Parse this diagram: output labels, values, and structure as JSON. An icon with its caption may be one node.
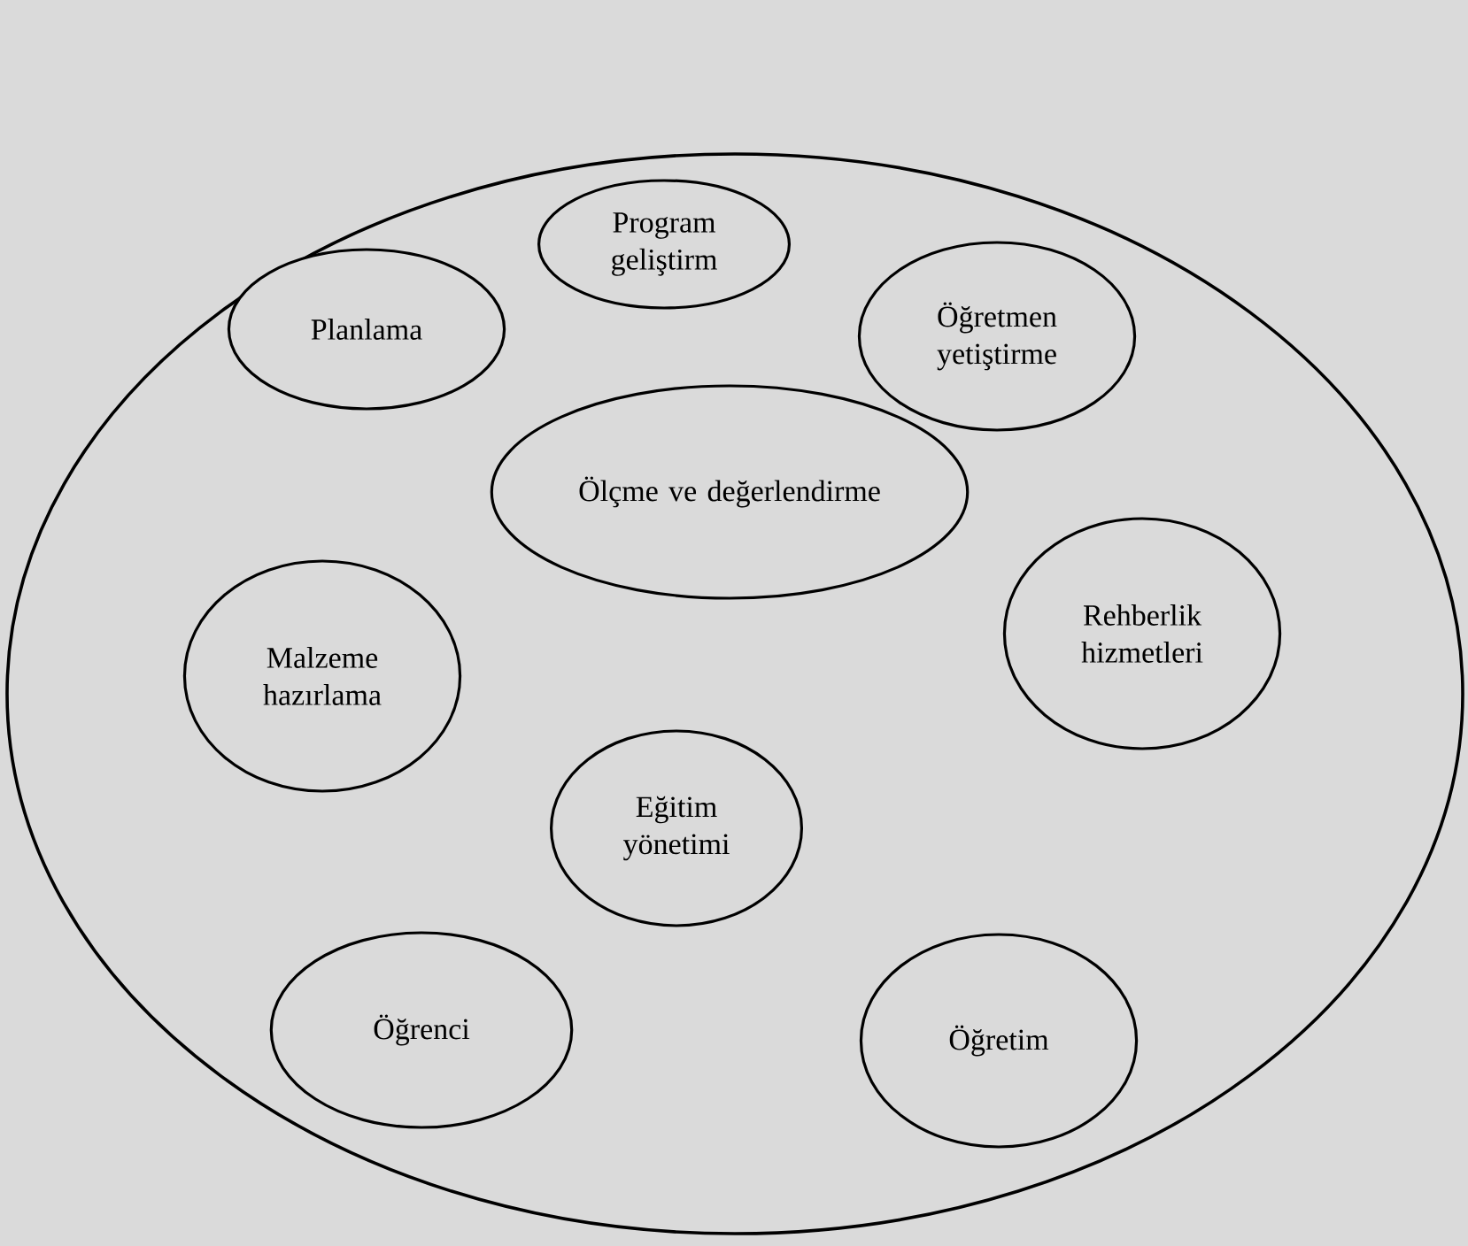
{
  "diagram": {
    "nodes": [
      {
        "text": [],
        "shape": "ellipse"
      },
      {
        "text": [
          "Program geliştirm"
        ],
        "in": 0
      },
      {
        "text": [
          "Planlama"
        ],
        "in": 0
      },
      {
        "text": [
          "Öğretmen yetiştirme"
        ],
        "in": 0
      },
      {
        "text": [
          "Ölçme ve değerlendirme"
        ],
        "in": 0
      },
      {
        "text": [
          "Malzeme hazırlama"
        ],
        "in": 0
      },
      {
        "text": [
          "Rehberlik hizmetleri"
        ],
        "in": 0
      },
      {
        "text": [
          "Eğitim yönetimi"
        ],
        "in": 0
      },
      {
        "text": [
          "Öğrenci"
        ],
        "in": 0
      },
      {
        "text": [
          "Öğretim"
        ],
        "in": 0
      }
    ],
    "edges": []
  }
}
